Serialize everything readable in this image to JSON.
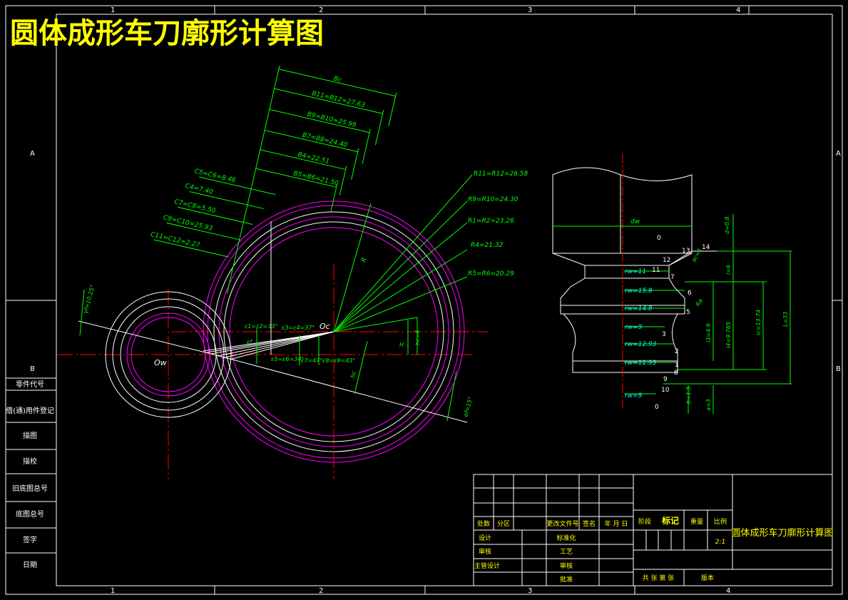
{
  "title": "圆体成形车刀廓形计算图",
  "frame": {
    "col_numbers": [
      "1",
      "2",
      "3",
      "4"
    ],
    "row_letters": [
      "A",
      "B"
    ]
  },
  "left_strip": [
    "零件代号",
    "借(通)用件登记",
    "描图",
    "描校",
    "旧底图总号",
    "底图总号",
    "签字",
    "日期"
  ],
  "main_view": {
    "tool_center": "Oc",
    "work_center": "Ow",
    "b_dims": [
      "Bc",
      "B11=B12=27.63",
      "B9=B10=25.99",
      "B7=B8=24.40",
      "B4=22.51",
      "B5=B6=21.50"
    ],
    "c_dims": [
      "C5=C6=8.46",
      "C4=7.40",
      "C7=C8=5.50",
      "C9=C10=25.93",
      "C11=C12=2.27"
    ],
    "r_dims": [
      "R11=R12=26.58",
      "R9=R10=24.30",
      "R1=R2=23.26",
      "R4=21.32",
      "R5=R6=20.29"
    ],
    "angle_labels": [
      "γf=10.25°",
      "αf=15°",
      "ε1=ε2=33°",
      "ε3=ε4=37°",
      "ε5=ε6=34°",
      "ε7=47°",
      "ε8=ε9=43°",
      "εf"
    ],
    "misc_labels": [
      "R",
      "H",
      "hc",
      "hc=4",
      "Ef"
    ]
  },
  "part_view": {
    "diameter": "dw",
    "radii": [
      "rw=11",
      "rw=15.8",
      "rw=14.8",
      "rw=9",
      "rw=12.93",
      "rw=11.93",
      "rw=9"
    ],
    "points": [
      "14",
      "13",
      "12",
      "11",
      "7",
      "6",
      "5",
      "3",
      "2",
      "1",
      "8",
      "9",
      "10",
      "0",
      "0"
    ],
    "dims": [
      "d=0.8",
      "l=6",
      "l3=4.9",
      "l4=9.785",
      "lc=13.74",
      "L=33",
      "b=1.5",
      "a=3",
      "ac=1",
      "Ra"
    ]
  },
  "title_block": {
    "mark_labels": [
      "处数",
      "分区",
      "更改文件号",
      "签名",
      "年 月 日"
    ],
    "sign_labels": [
      "设计",
      "审核",
      "主管设计"
    ],
    "check_labels": [
      "标准化",
      "工艺",
      "审核",
      "批准"
    ],
    "stage_label": "阶段",
    "stage_mark": "标记",
    "weight_label": "重量",
    "scale_label": "比例",
    "scale_value": "2:1",
    "sheet_text": "共 张  第 张",
    "version_label": "版本",
    "drawing_name": "圆体成形车刀廓形计算图"
  },
  "colors": {
    "background": "#000000",
    "frame": "#ffffff",
    "dimension": "#00ff00",
    "centerline": "#ff0000",
    "circle": "#ff00ff",
    "title": "#ffff00",
    "part_label": "#00ffff"
  }
}
